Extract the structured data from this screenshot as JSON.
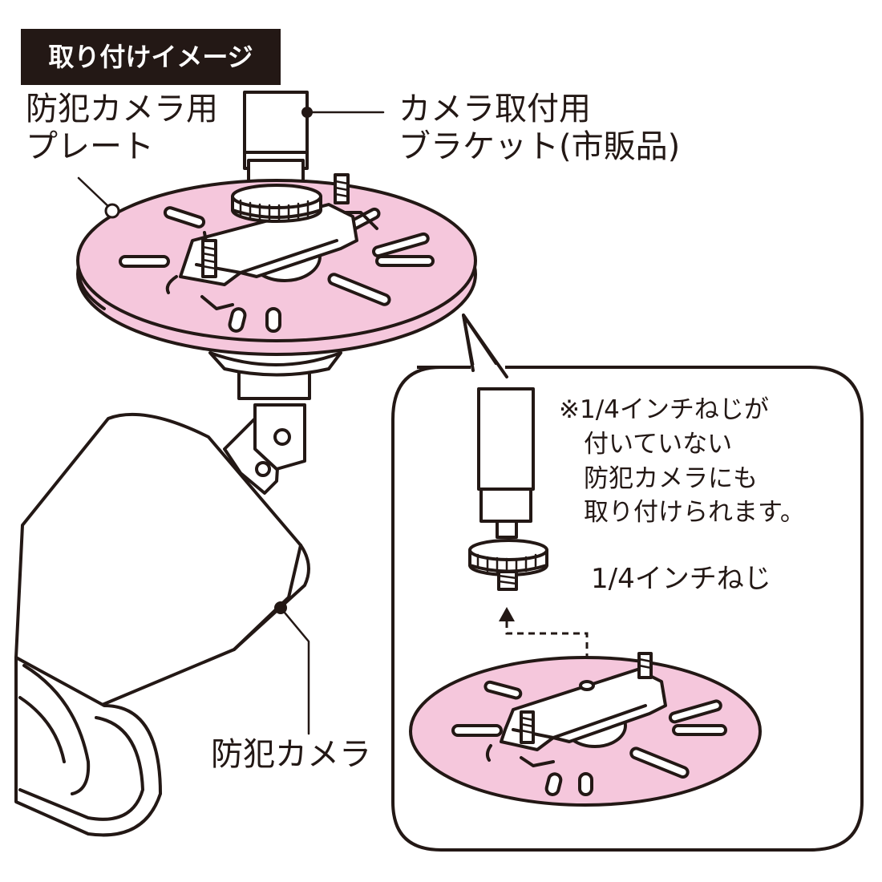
{
  "title": "取り付けイメージ",
  "labels": {
    "plate": "防犯カメラ用\nプレート",
    "bracket": "カメラ取付用\nブラケット(市販品)",
    "camera": "防犯カメラ",
    "note": "※1/4インチねじが\n　付いていない\n　防犯カメラにも\n　取り付けられます。",
    "screw": "1/4インチねじ"
  },
  "colors": {
    "plate_fill": "#f5c7dc",
    "line": "#231815",
    "title_bg": "#231815",
    "title_text": "#ffffff"
  }
}
